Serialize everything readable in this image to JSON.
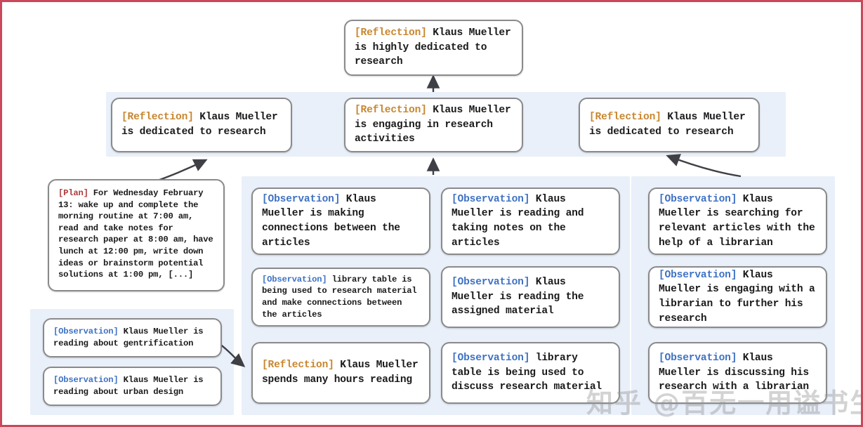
{
  "meta": {
    "border_color": "#c9485b",
    "panel_color": "#e9f0fa",
    "node_border_color": "#8a8a8a",
    "reflection_tag_color": "#c8872e",
    "observation_tag_color": "#3f72c4",
    "plan_tag_color": "#b03a3a"
  },
  "watermark": {
    "text": "知乎 @百无一用谥书生"
  },
  "nodes": {
    "root_reflection": {
      "tag": "[Reflection]",
      "text": " Klaus Mueller is highly dedicated to research"
    },
    "mid_left_reflection": {
      "tag": "[Reflection]",
      "text": " Klaus Mueller is dedicated to research"
    },
    "mid_center_reflection": {
      "tag": "[Reflection]",
      "text": " Klaus Mueller is engaging in research activities"
    },
    "mid_right_reflection": {
      "tag": "[Reflection]",
      "text": " Klaus Mueller is dedicated to research"
    },
    "plan_node": {
      "tag": "[Plan]",
      "text": " For Wednesday February 13: wake up and complete the morning routine at 7:00 am, read and take notes for research paper at 8:00 am, have lunch at 12:00 pm, write down ideas or brainstorm potential solutions at 1:00 pm, [...]"
    },
    "obs_bottomleft_1": {
      "tag": "[Observation]",
      "text": " Klaus Mueller is reading about gentrification"
    },
    "obs_bottomleft_2": {
      "tag": "[Observation]",
      "text": " Klaus Mueller is reading about urban design"
    },
    "col1_obs_1": {
      "tag": "[Observation]",
      "text": " Klaus Mueller is making connections between the articles"
    },
    "col1_obs_2": {
      "tag": "[Observation]",
      "text": " library table is being used to research material and make connections between the articles"
    },
    "col1_reflection_3": {
      "tag": "[Reflection]",
      "text": " Klaus Mueller spends many hours reading"
    },
    "col2_obs_1": {
      "tag": "[Observation]",
      "text": " Klaus Mueller is reading and taking notes on the articles"
    },
    "col2_obs_2": {
      "tag": "[Observation]",
      "text": " Klaus Mueller is reading the assigned material"
    },
    "col2_obs_3": {
      "tag": "[Observation]",
      "text": " library table is being used to discuss research material"
    },
    "col3_obs_1": {
      "tag": "[Observation]",
      "text": " Klaus Mueller is searching for relevant articles with the help of a librarian"
    },
    "col3_obs_2": {
      "tag": "[Observation]",
      "text": " Klaus Mueller is engaging with a librarian to further his research"
    },
    "col3_obs_3": {
      "tag": "[Observation]",
      "text": " Klaus Mueller is discussing his research with a librarian"
    }
  }
}
